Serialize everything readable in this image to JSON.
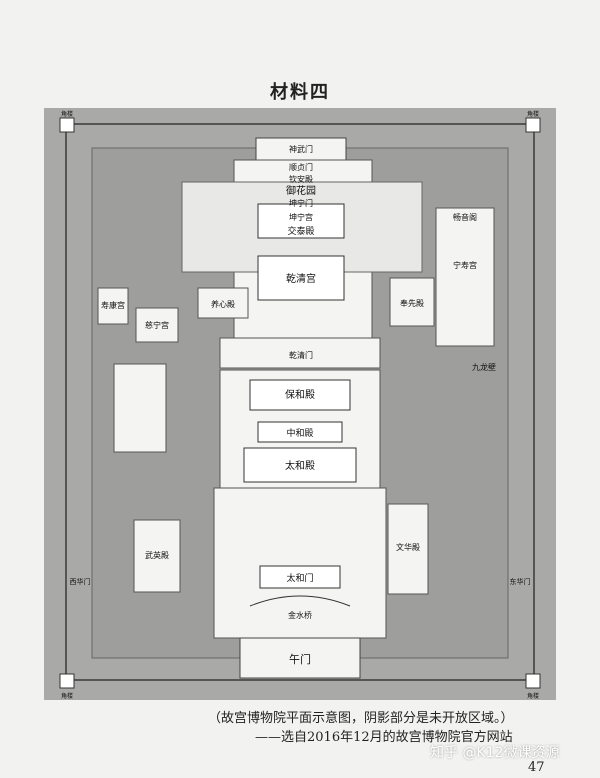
{
  "heading": "材料四",
  "caption": {
    "line1": "（故宫博物院平面示意图，阴影部分是未开放区域。）",
    "line2": "——选自2016年12月的故宫博物院官方网站"
  },
  "watermark": "知乎 @K12微课资源",
  "page_number": "47",
  "map": {
    "labels": {
      "shenwumen": "神武门",
      "shunzhenmen": "顺贞门",
      "qinandian": "钦安殿",
      "yuhuayuan": "御花园",
      "kunningmen": "坤宁门",
      "kunninggong": "坤宁宫",
      "jiaotaidian": "交泰殿",
      "qianqinggong": "乾清宫",
      "qianqingmen": "乾清门",
      "yangxindian": "养心殿",
      "cininggong": "慈宁宫",
      "shoukanggong": "寿康宫",
      "baohedian": "保和殿",
      "zhonghedian": "中和殿",
      "taihedian": "太和殿",
      "taihemen": "太和门",
      "jinshuiqiao": "金水桥",
      "wumen": "午门",
      "wuyingdian": "武英殿",
      "wenhuadian": "文华殿",
      "ningshougong": "宁寿宫",
      "changyinge": "畅音阁",
      "fengxiandian": "奉先殿",
      "jiulongbi": "九龙壁",
      "jiaolou": "角楼",
      "xihuamen": "西华门",
      "donghuamen": "东华门"
    }
  }
}
